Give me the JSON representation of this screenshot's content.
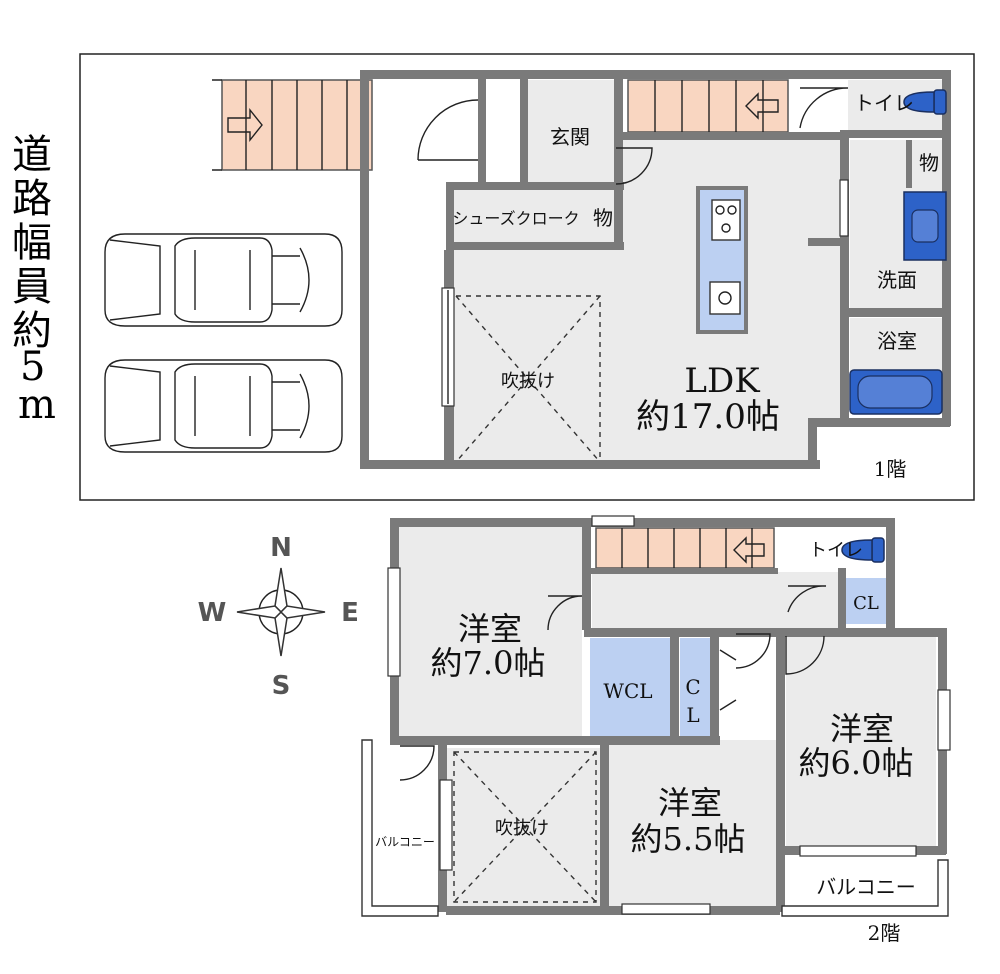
{
  "road_note": [
    "道",
    "路",
    "幅",
    "員",
    "約",
    "5",
    "m"
  ],
  "compass": {
    "n": "N",
    "s": "S",
    "e": "E",
    "w": "W"
  },
  "floor1": {
    "label": "1階",
    "rooms": {
      "entrance": "玄関",
      "shoe_closet": "シューズクローク",
      "storage": "物",
      "storage_2": "物",
      "toilet": "トイレ",
      "washroom": "洗面",
      "bathroom": "浴室",
      "void": "吹抜け",
      "ldk_name": "LDK",
      "ldk_size": "約17.0帖"
    }
  },
  "floor2": {
    "label": "2階",
    "rooms": {
      "room_nw_name": "洋室",
      "room_nw_size": "約7.0帖",
      "room_e_name": "洋室",
      "room_e_size": "約6.0帖",
      "room_s_name": "洋室",
      "room_s_size": "約5.5帖",
      "wcl": "WCL",
      "cl_small": "CL",
      "cl_1": "C",
      "cl_2": "L",
      "toilet": "トイレ",
      "void": "吹抜け",
      "balcony_west": "バルコニー",
      "balcony_east": "バルコニー"
    }
  }
}
